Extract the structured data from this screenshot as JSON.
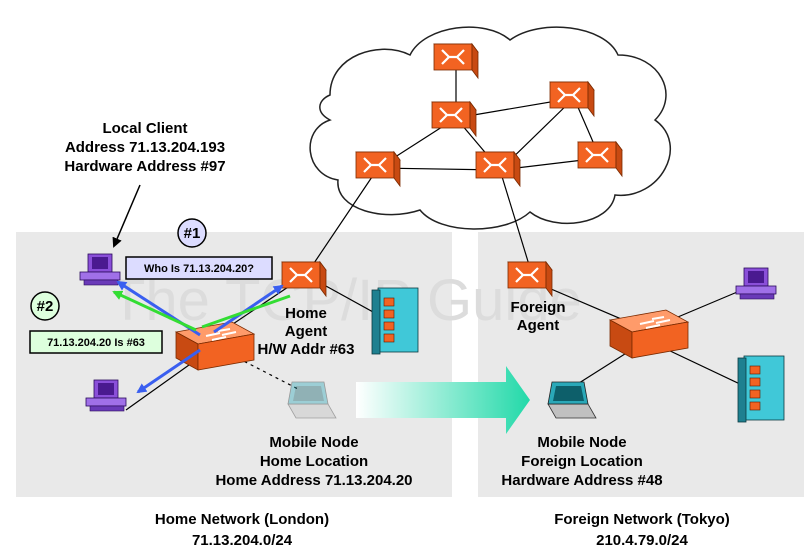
{
  "colors": {
    "network_bg": "#e9e9e9",
    "device_orange": "#f26322",
    "arp_request": "#3a5ff0",
    "arp_reply": "#33dd33",
    "request_box": "#dcdcff",
    "reply_box": "#ddffdd",
    "transfer_arrow": "#22d9a9",
    "server_teal": "#40c8d8",
    "client_purple": "#8a4fd9"
  },
  "watermark": "The TCP/IP Guide",
  "local_client": {
    "line1": "Local Client",
    "line2": "Address 71.13.204.193",
    "line3": "Hardware Address #97"
  },
  "step1": {
    "badge": "#1",
    "message": "Who Is 71.13.204.20?"
  },
  "step2": {
    "badge": "#2",
    "message": "71.13.204.20 Is #63"
  },
  "home_agent": {
    "line1": "Home",
    "line2": "Agent",
    "line3": "H/W Addr #63"
  },
  "foreign_agent": {
    "line1": "Foreign",
    "line2": "Agent"
  },
  "mobile_home": {
    "line1": "Mobile Node",
    "line2": "Home Location",
    "line3": "Home Address 71.13.204.20"
  },
  "mobile_foreign": {
    "line1": "Mobile Node",
    "line2": "Foreign Location",
    "line3": "Hardware Address #48"
  },
  "home_network": {
    "name": "Home Network (London)",
    "subnet": "71.13.204.0/24"
  },
  "foreign_network": {
    "name": "Foreign Network (Tokyo)",
    "subnet": "210.4.79.0/24"
  }
}
